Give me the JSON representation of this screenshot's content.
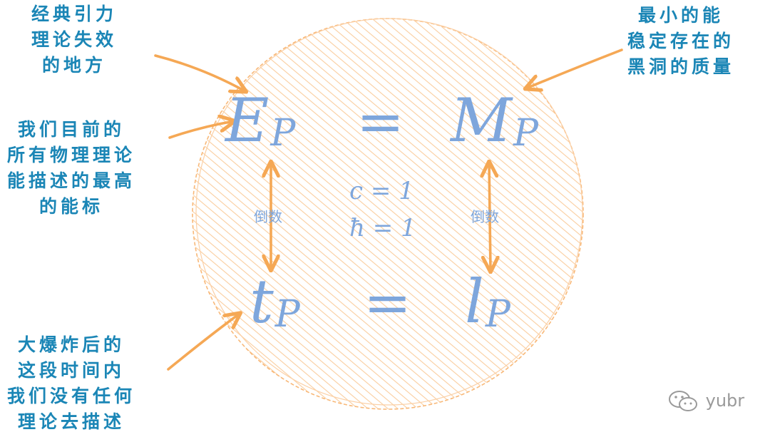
{
  "notes": {
    "top_left": [
      "经典引力",
      "理论失效",
      "的地方"
    ],
    "mid_left": [
      "我们目前的",
      "所有物理理论",
      "能描述的最高",
      "的能标"
    ],
    "bottom_left": [
      "大爆炸后的",
      "这段时间内",
      "我们没有任何",
      "理论去描述"
    ],
    "top_right": [
      "最小的能",
      "稳定存在的",
      "黑洞的质量"
    ]
  },
  "equations": {
    "top": {
      "lhs": "E",
      "lhs_sub": "P",
      "eq": "=",
      "rhs": "M",
      "rhs_sub": "P"
    },
    "bottom": {
      "lhs": "t",
      "lhs_sub": "P",
      "eq": "=",
      "rhs": "l",
      "rhs_sub": "P"
    },
    "units": [
      "c = 1",
      "ħ = 1"
    ]
  },
  "arrow_labels": {
    "left": "倒数",
    "right": "倒数"
  },
  "watermark": {
    "icon": "wechat-icon",
    "text": "yubr"
  },
  "colors": {
    "text_blue": "#1b86b6",
    "math_blue": "#7ea6dc",
    "arrow_orange": "#f5a855",
    "circle_hatch": "#f9c48d"
  }
}
